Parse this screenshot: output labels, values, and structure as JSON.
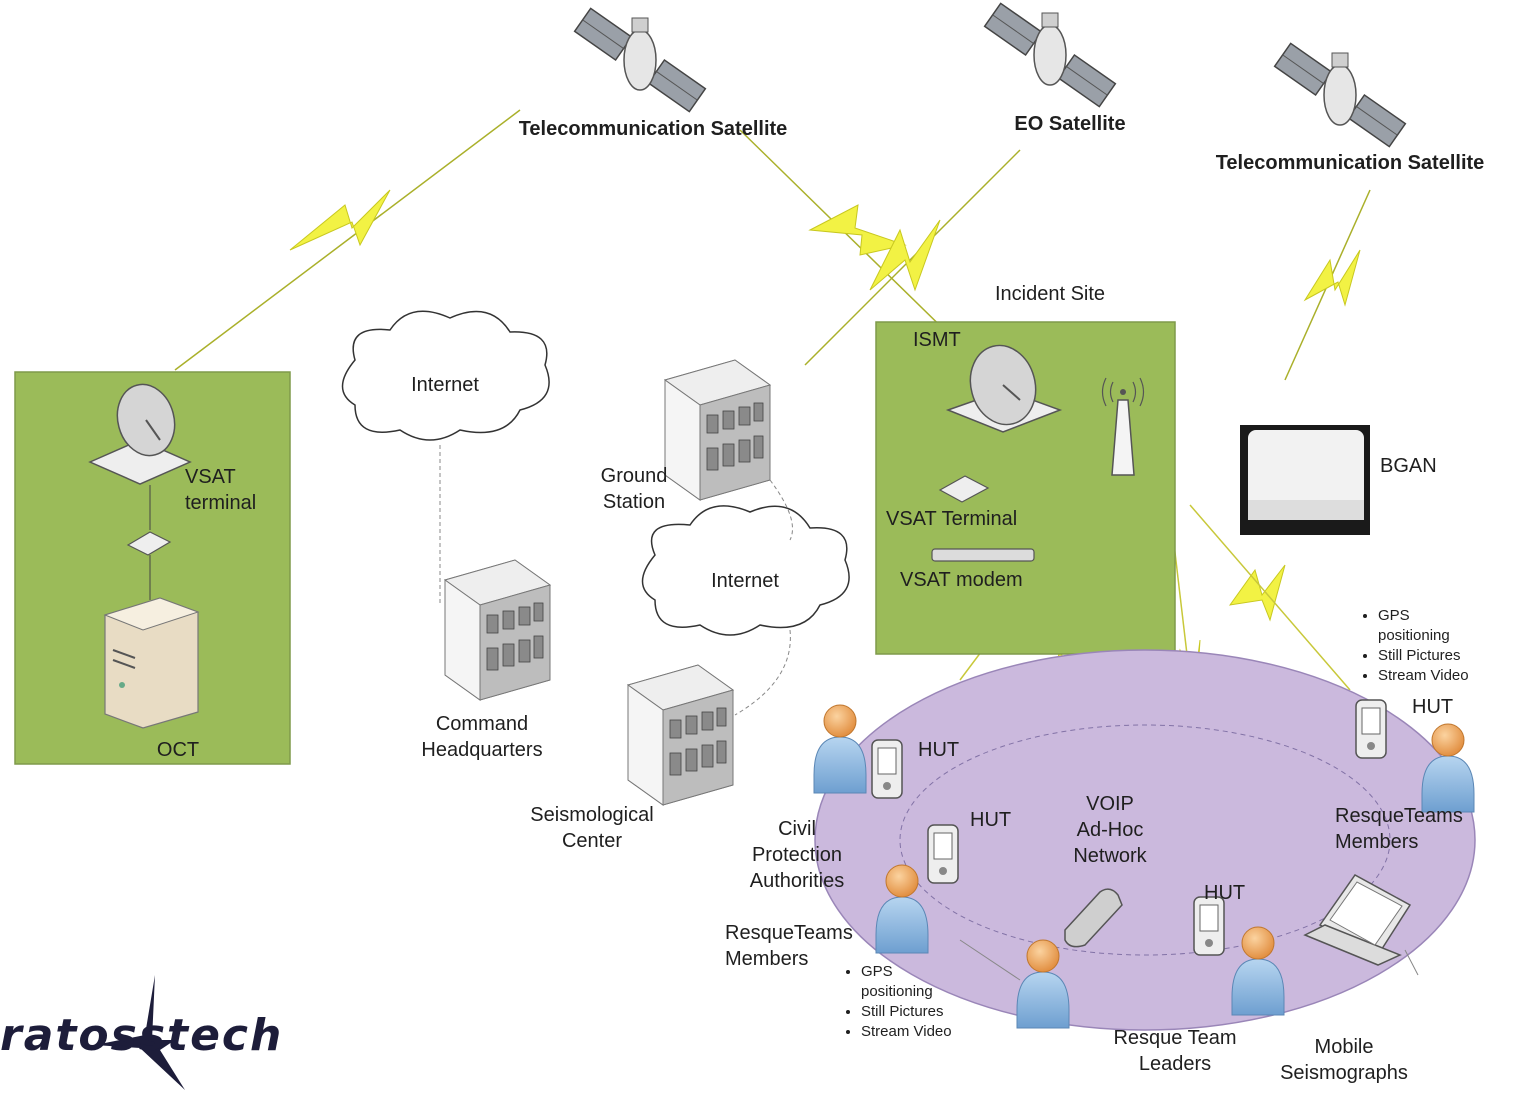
{
  "satellites": {
    "telecom_left": "Telecommunication Satellite",
    "eo": "EO Satellite",
    "telecom_right": "Telecommunication Satellite"
  },
  "oct_box": {
    "vsat_terminal": "VSAT\nterminal",
    "oct": "OCT"
  },
  "internet_left": "Internet",
  "internet_mid": "Internet",
  "command_hq": "Command\nHeadquarters",
  "ground_station": "Ground\nStation",
  "seismological_center": "Seismological\nCenter",
  "incident_site": {
    "title": "Incident Site",
    "ismt": "ISMT",
    "vsat_terminal": "VSAT Terminal",
    "vsat_modem": "VSAT modem"
  },
  "bgan": "BGAN",
  "network": {
    "hut_1": "HUT",
    "hut_2": "HUT",
    "hut_3": "HUT",
    "hut_4": "HUT",
    "voip": "VOIP\nAd-Hoc\nNetwork",
    "civil_protection": "Civil\nProtection\nAuthorities",
    "resque_left": "ResqueTeams\nMembers",
    "resque_right": "ResqueTeams\nMembers",
    "team_leaders": "Resque Team\nLeaders",
    "mobile_seismographs": "Mobile\nSeismographs"
  },
  "bullets_right": [
    "GPS\npositioning",
    "Still Pictures",
    "Stream Video"
  ],
  "bullets_left": [
    "GPS\npositioning",
    "Still Pictures",
    "Stream Video"
  ],
  "logo": {
    "text": "ratosstech"
  },
  "colors": {
    "green_box": "#9bbb59",
    "green_border": "#7f9a4a",
    "ellipse": "#cbb9dd",
    "lightning": "#f2f244",
    "person_head": "#f0a858",
    "person_body": "#8fb8e0"
  }
}
